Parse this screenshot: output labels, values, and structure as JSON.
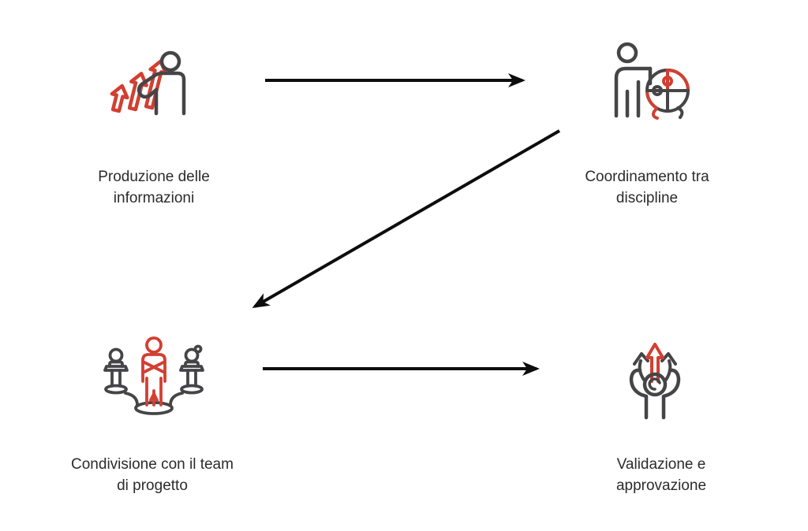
{
  "page": {
    "background": "#ffffff",
    "type": "workflow-diagram"
  },
  "colors": {
    "accent_red": "#d23f31",
    "icon_gray": "#454547",
    "text": "#2b2b2b",
    "arrow_black": "#0d0d0d"
  },
  "diagram": {
    "nodes": [
      {
        "id": "produzione-delle-informazioni",
        "icon": "growth-person-icon",
        "label": "Produzione delle informazioni",
        "label_line1": "Produzione delle",
        "label_line2": "informazioni"
      },
      {
        "id": "coordinamento-tra-discipline",
        "icon": "person-puzzle-icon",
        "label": "Coordinamento tra discipline",
        "label_line1": "Coordinamento tra",
        "label_line2": "discipline"
      },
      {
        "id": "condivisione-con-il-team-di-progetto",
        "icon": "team-sharing-icon",
        "label": "Condivisione con il team di progetto",
        "label_line1": "Condivisione con il team",
        "label_line2": "di progetto"
      },
      {
        "id": "validazione-e-approvazione",
        "icon": "approval-icon",
        "label": "Validazione e approvazione",
        "label_line1": "Validazione e",
        "label_line2": "approvazione"
      }
    ],
    "connectors": [
      {
        "from": "produzione-delle-informazioni",
        "to": "coordinamento-tra-discipline",
        "direction": "right"
      },
      {
        "from": "coordinamento-tra-discipline",
        "to": "condivisione-con-il-team-di-progetto",
        "direction": "down-left"
      },
      {
        "from": "condivisione-con-il-team-di-progetto",
        "to": "validazione-e-approvazione",
        "direction": "right"
      }
    ]
  }
}
